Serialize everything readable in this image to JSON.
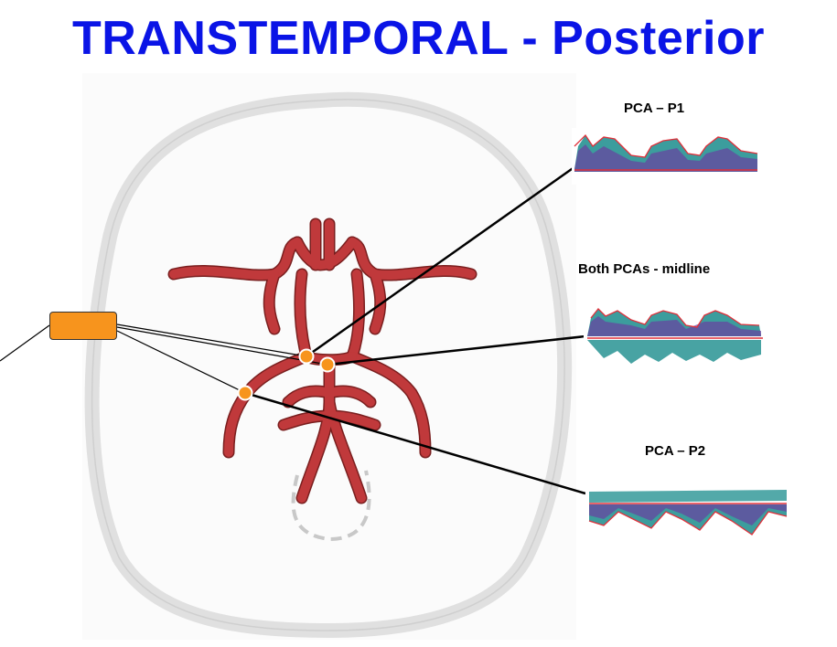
{
  "title": "TRANSTEMPORAL - Posterior",
  "labels": {
    "p1": "PCA – P1",
    "midline": "Both PCAs - midline",
    "p2": "PCA – P2"
  },
  "colors": {
    "title": "#0a14e6",
    "artery": "#c0393b",
    "artery_edge": "#7a1f1f",
    "marker": "#f7941d",
    "probe": "#f7941d",
    "skull": "#dcdcdc",
    "baseline": "#e0303a",
    "spectral_a": "#1a8c8c",
    "spectral_b": "#6a3fa0"
  },
  "icons": {
    "probe": "transducer-icon",
    "marker": "sample-point-icon"
  }
}
